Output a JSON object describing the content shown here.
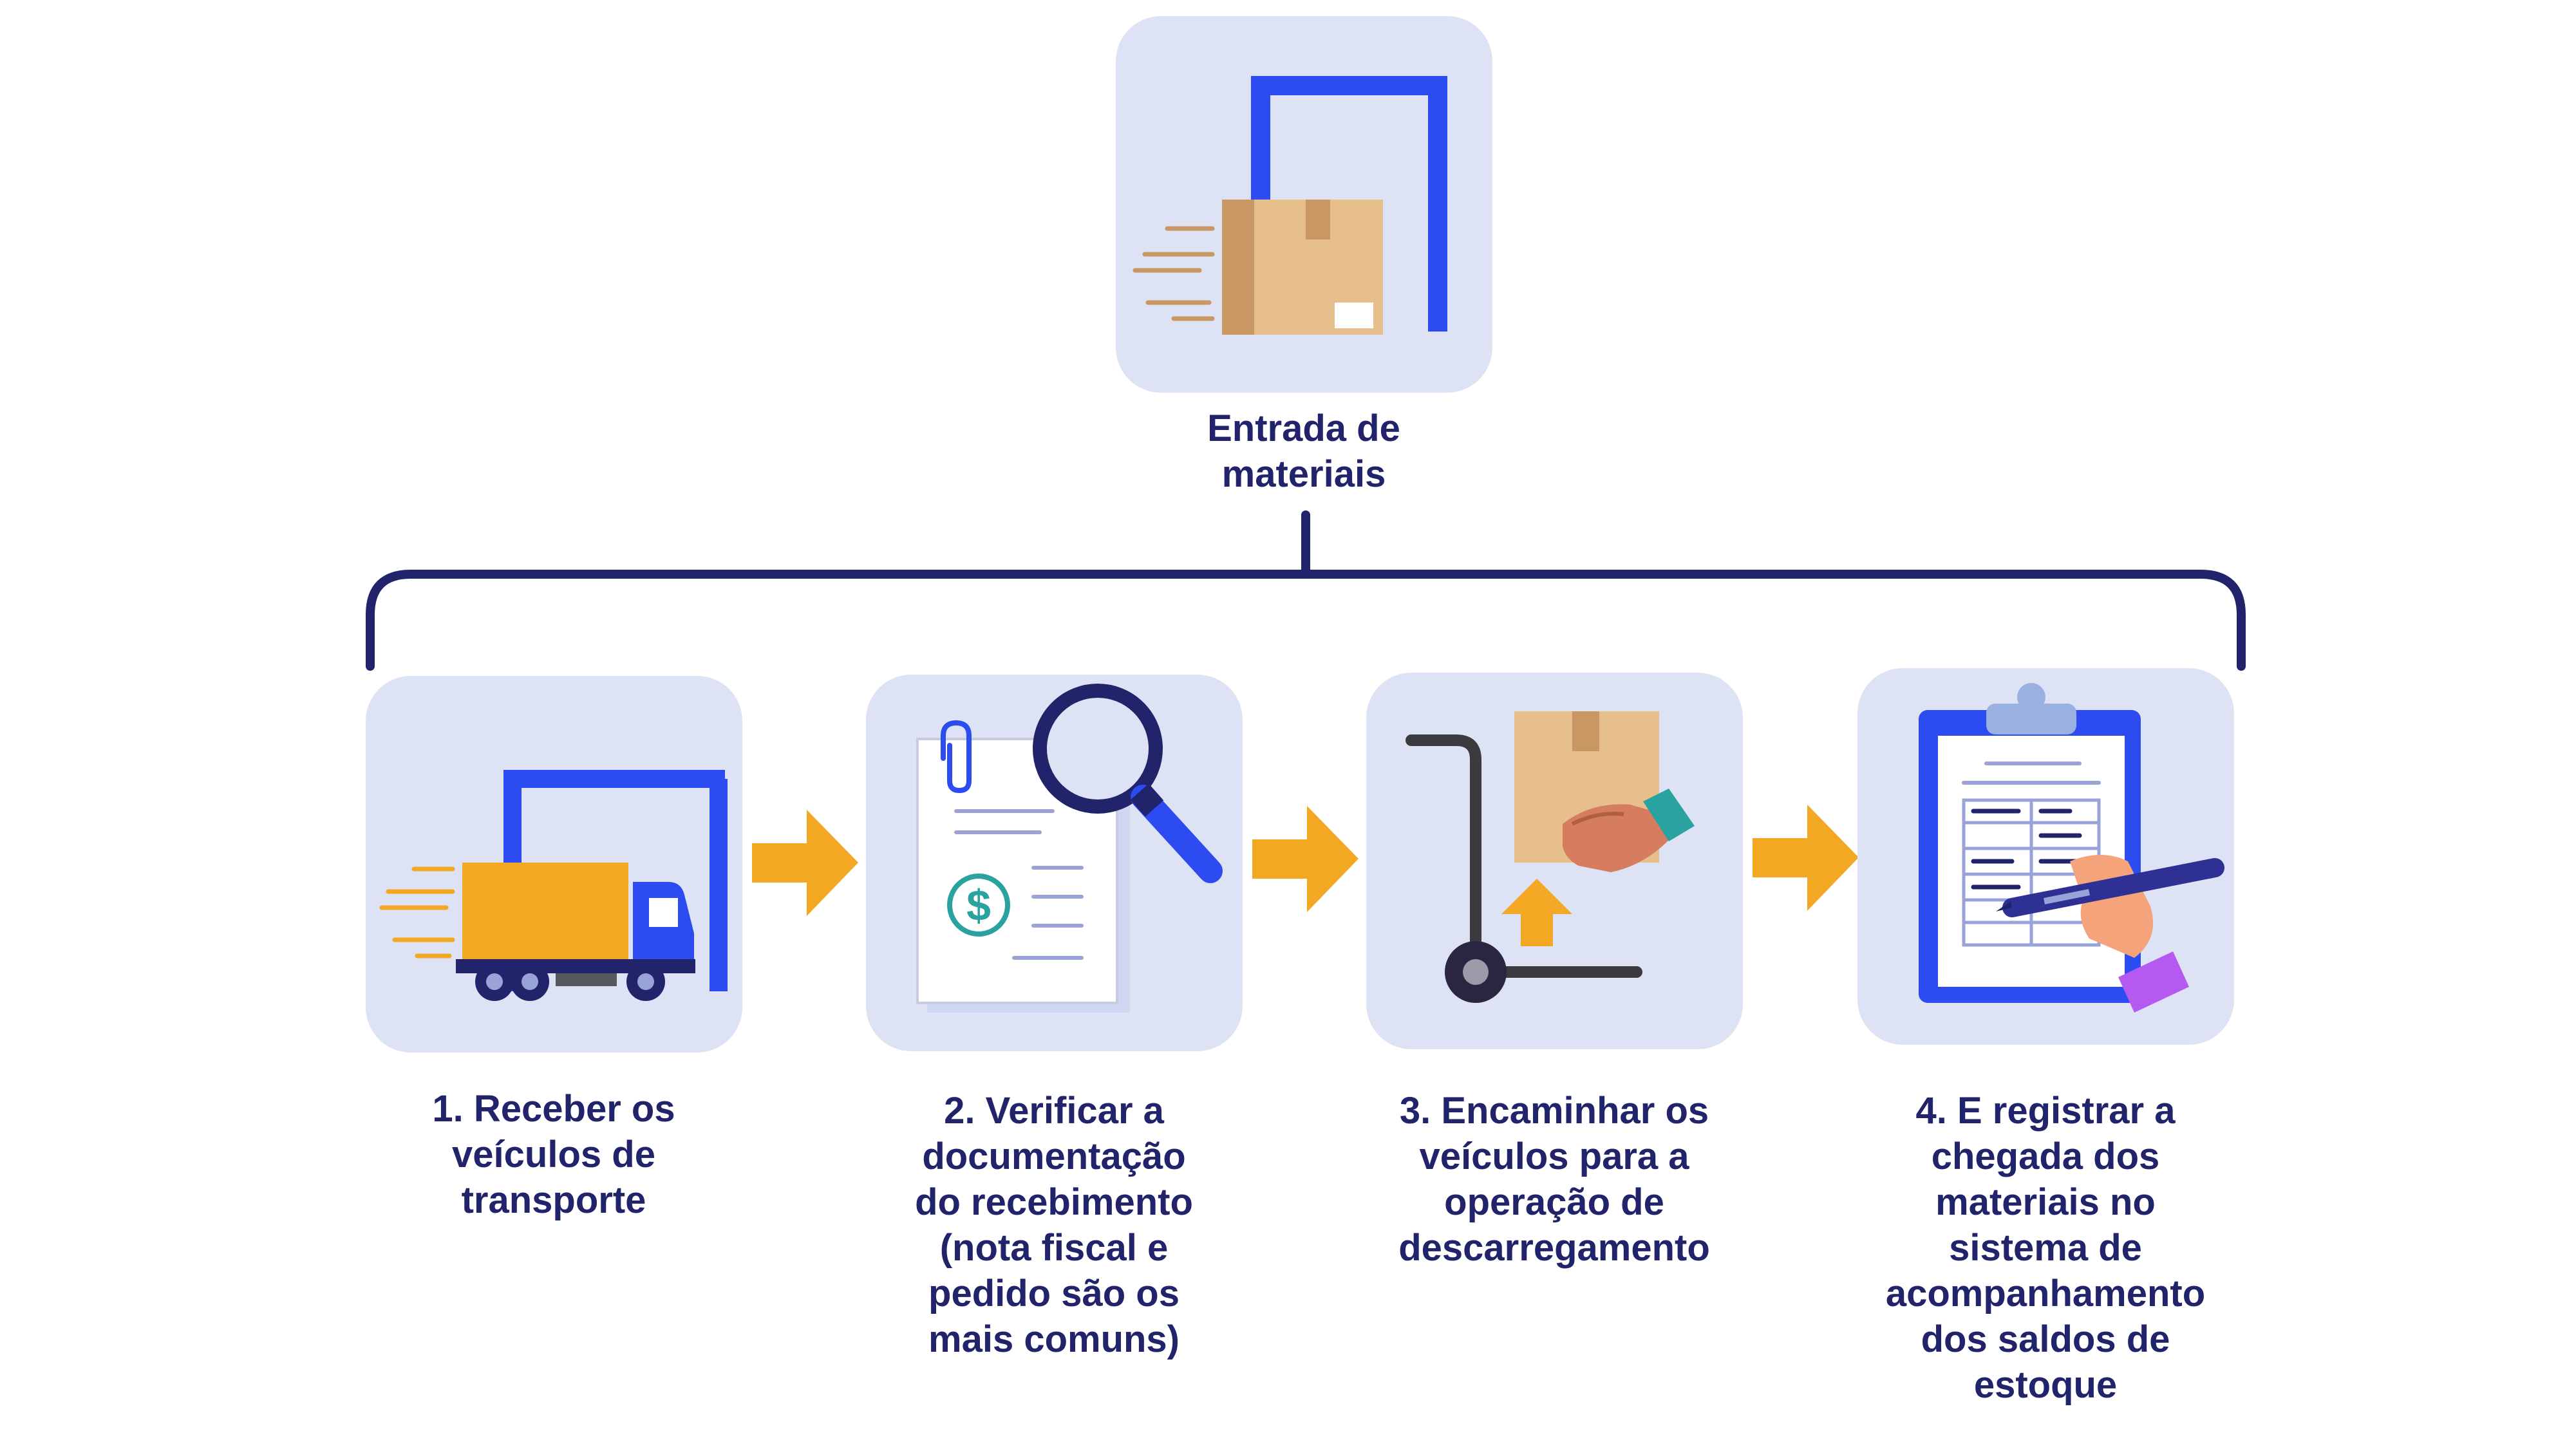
{
  "top": {
    "label": "Entrada de\nmateriais",
    "icon": "box-entering-door-icon"
  },
  "steps": [
    {
      "label": "1. Receber os\nveículos de\ntransporte",
      "icon": "delivery-truck-icon"
    },
    {
      "label": "2. Verificar a\ndocumentação\ndo recebimento\n(nota fiscal e\npedido são os\nmais comuns)",
      "icon": "invoice-magnifier-icon"
    },
    {
      "label": "3. Encaminhar os\nveículos para a\noperação de\ndescarregamento",
      "icon": "hand-truck-unloading-icon"
    },
    {
      "label": "4. E registrar a\nchegada dos\nmateriais no\nsistema de\nacompanhamento\ndos saldos de\nestoque",
      "icon": "clipboard-register-icon"
    }
  ],
  "colors": {
    "card_bg": "#dde2f4",
    "text": "#21236b",
    "connector": "#21236b",
    "arrow": "#f3a824",
    "door": "#2c4bf0",
    "box": "#e6bf8c",
    "truck": "#f3a824"
  }
}
